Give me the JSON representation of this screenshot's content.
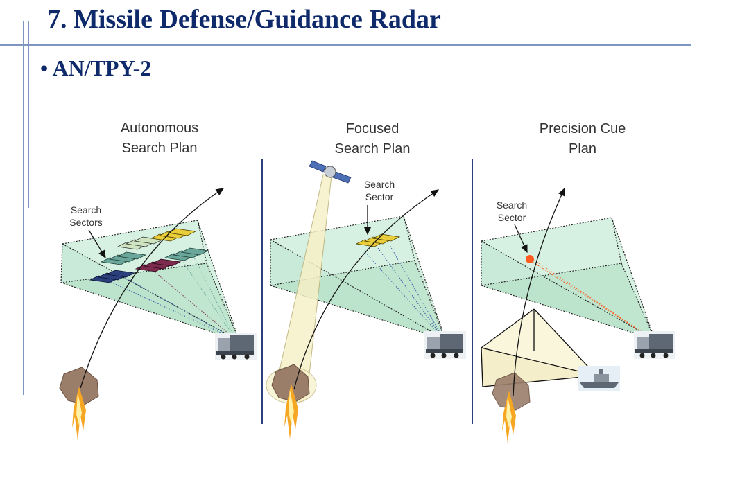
{
  "slide": {
    "title": "7. Missile Defense/Guidance Radar",
    "bullet": "• AN/TPY-2"
  },
  "panels": [
    {
      "title_line1": "Autonomous",
      "title_line2": "Search Plan",
      "label_line1": "Search",
      "label_line2": "Sectors"
    },
    {
      "title_line1": "Focused",
      "title_line2": "Search Plan",
      "label_line1": "Search",
      "label_line2": "Sector"
    },
    {
      "title_line1": "Precision Cue",
      "title_line2": "Plan",
      "label_line1": "Search",
      "label_line2": "Sector"
    }
  ],
  "colors": {
    "title_text": "#0e2a6b",
    "rule": "#7f95c2",
    "search_volume": "#cfeedd",
    "satellite_beam": "#f6f0c8",
    "ship_fan": "#faf5d8",
    "launch_rock": "#9b7e6a",
    "flame": "#f5a623",
    "sector_yellow": "#e9cd3a",
    "sector_teal": "#6aa79a",
    "sector_maroon": "#7c2a4e",
    "sector_navy": "#2a3f7c",
    "cue_dot": "#ff5a1f"
  },
  "icons": [
    "radar-truck-icon",
    "satellite-icon",
    "ship-icon",
    "missile-launch-icon"
  ]
}
